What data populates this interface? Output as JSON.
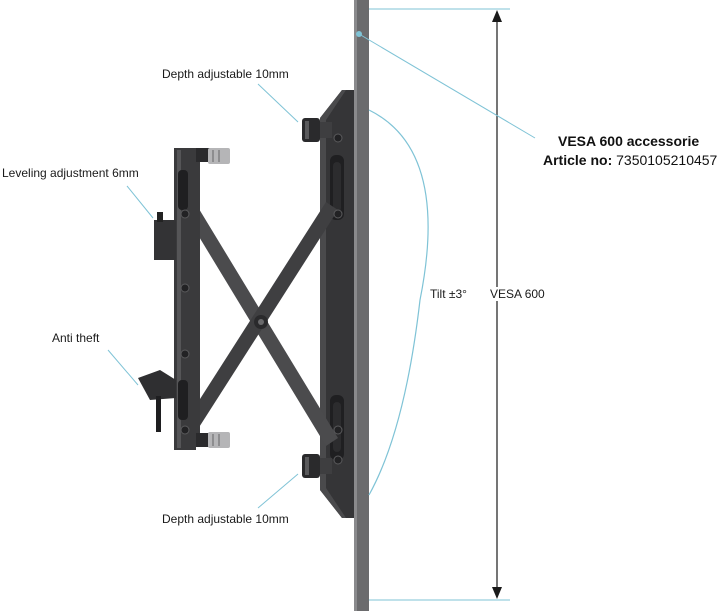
{
  "callouts": {
    "depth_top": "Depth adjustable 10mm",
    "leveling": "Leveling adjustment 6mm",
    "anti_theft": "Anti theft",
    "depth_bottom": "Depth adjustable 10mm"
  },
  "dimensions": {
    "tilt": "Tilt ±3°",
    "vesa": "VESA 600"
  },
  "product": {
    "title": "VESA 600 accessorie",
    "article_label": "Article no:",
    "article_number": "7350105210457"
  },
  "colors": {
    "leader_line": "#7fc3d6",
    "metal": "#3b3b3d",
    "wall": "#6b6b6d"
  }
}
